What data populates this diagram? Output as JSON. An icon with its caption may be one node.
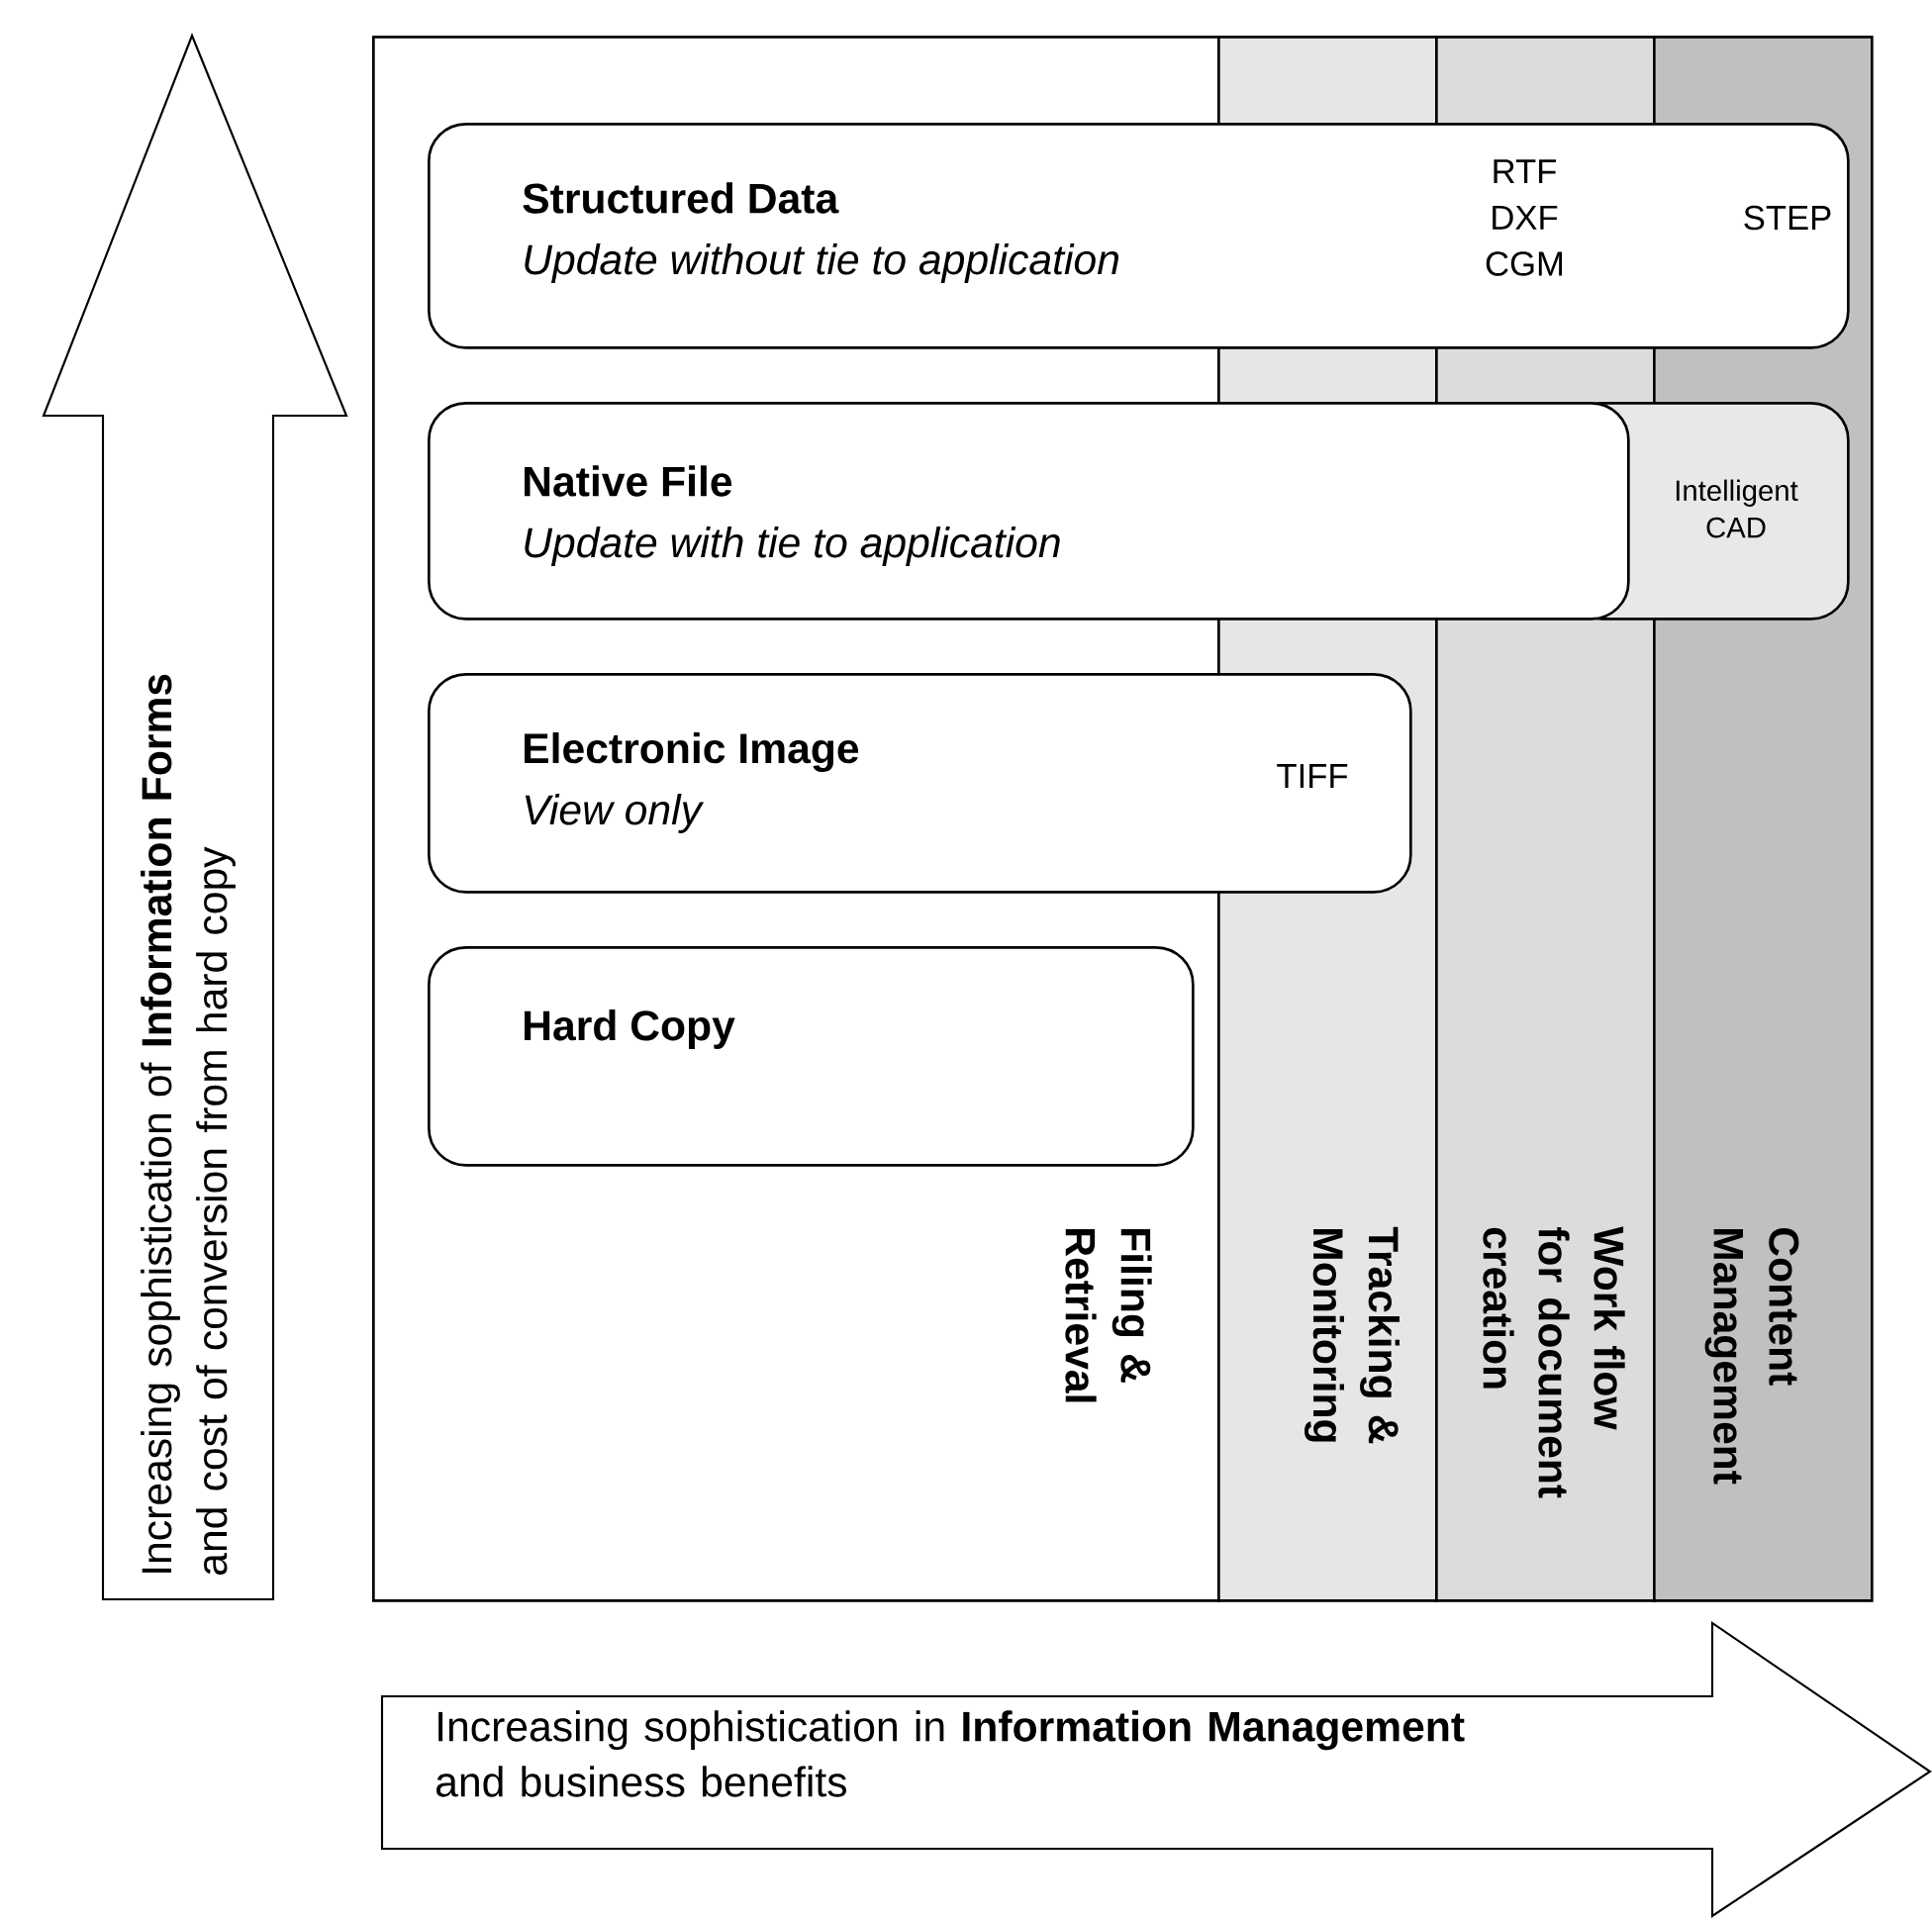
{
  "diagram": {
    "nodes": [
      {
        "text": [
          "Filing & Retrieval"
        ]
      },
      {
        "text": [
          "Tracking & Monitoring"
        ]
      },
      {
        "text": [
          "Work flow for document creation"
        ]
      },
      {
        "text": [
          "Content Management"
        ]
      },
      {
        "text": [
          "Structured Data",
          "Update without tie to application",
          "RTF DXF CGM",
          "STEP"
        ]
      },
      {
        "text": [
          "Native File",
          "Update with tie to application"
        ]
      },
      {
        "text": [
          "Intelligent CAD"
        ]
      },
      {
        "text": [
          "Electronic Image",
          "View only",
          "TIFF"
        ]
      },
      {
        "text": [
          "Hard Copy"
        ],
        "in": 0
      },
      {
        "text": [
          "Increasing sophistication of **Information Forms** and cost of conversion from hard copy"
        ]
      },
      {
        "text": [
          "Increasing sophistication in **Information Management** and business benefits"
        ]
      }
    ]
  }
}
